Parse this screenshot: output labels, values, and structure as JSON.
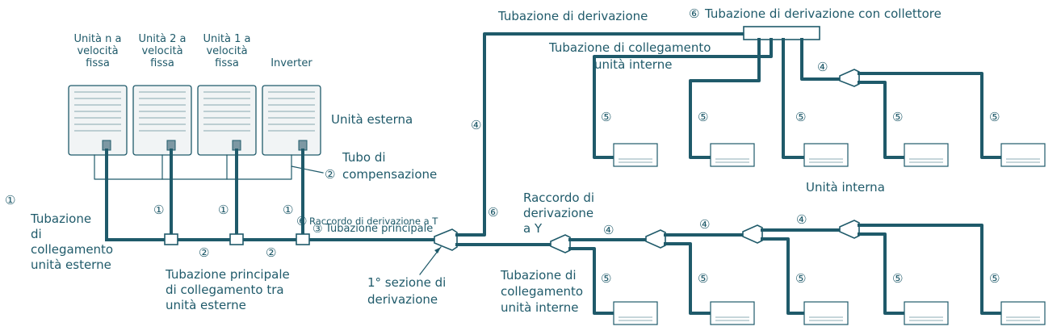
{
  "outdoor_units": [
    {
      "label": [
        "Unità n a",
        "velocità",
        "fissa"
      ]
    },
    {
      "label": [
        "Unità 2 a",
        "velocità",
        "fissa"
      ]
    },
    {
      "label": [
        "Unità 1 a",
        "velocità",
        "fissa"
      ]
    },
    {
      "label": [
        "Inverter"
      ]
    }
  ],
  "labels": {
    "outdoor_unit": "Unità esterna",
    "balance_tube": [
      "Tubo di",
      "compensazione"
    ],
    "balance_tube_num": "②",
    "outdoor_connection_pipe": [
      "Tubazione",
      "di",
      "collegamento",
      "unità esterne"
    ],
    "outdoor_connection_num": "①",
    "outdoor_main_pipe": [
      "Tubazione principale",
      "di collegamento tra",
      "unità esterne"
    ],
    "t_joint": "Raccordo di derivazione a T",
    "t_joint_num": "⑥",
    "main_pipe": "Tubazione principale",
    "main_pipe_num": "③",
    "first_branch": [
      "1° sezione di",
      "derivazione"
    ],
    "branch_pipe": "Tubazione di derivazione",
    "header_pipe": "Tubazione di derivazione con collettore",
    "header_pipe_num": "⑥",
    "indoor_conn_top": [
      "Tubazione di collegamento",
      "unità interne"
    ],
    "indoor_unit": "Unità interna",
    "y_joint": [
      "Raccordo di",
      "derivazione",
      "a Y"
    ],
    "y_joint_num": "⑥",
    "indoor_conn_bottom": [
      "Tubazione di",
      "collegamento",
      "unità interne"
    ]
  },
  "numbers": {
    "one": "①",
    "two": "②",
    "four": "④",
    "five": "⑤"
  }
}
